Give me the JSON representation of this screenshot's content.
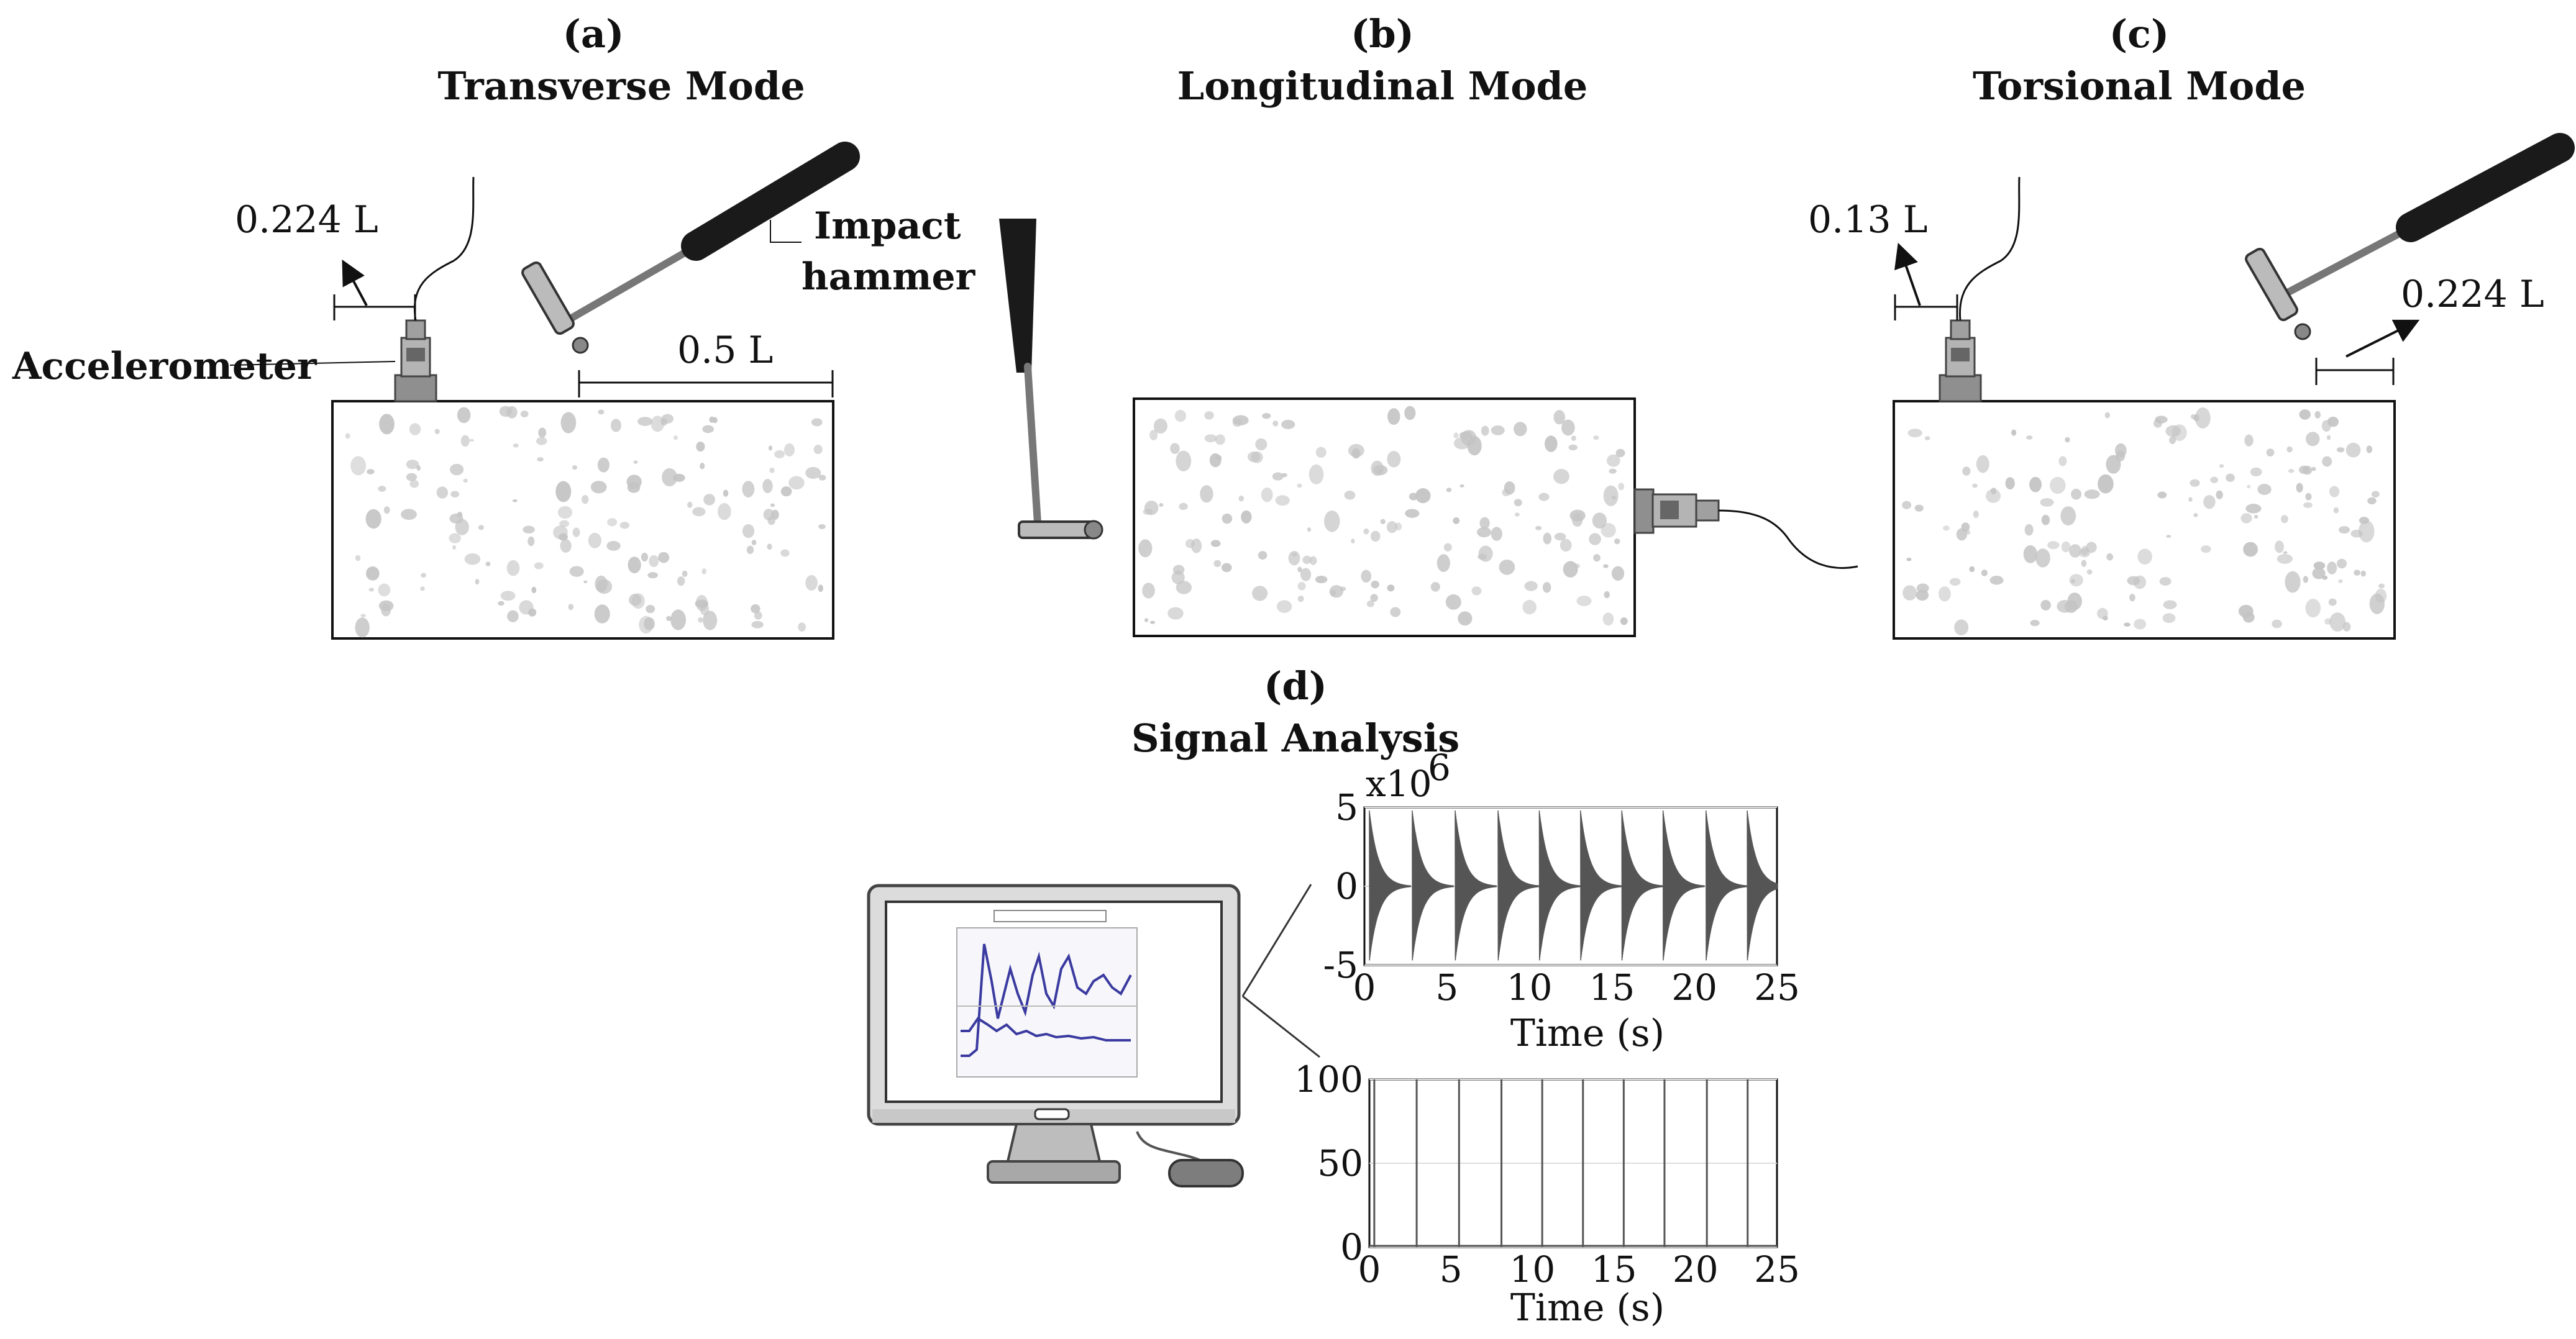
{
  "panels": {
    "a": {
      "letter": "(a)",
      "title": "Transverse Mode"
    },
    "b": {
      "letter": "(b)",
      "title": "Longitudinal Mode"
    },
    "c": {
      "letter": "(c)",
      "title": "Torsional Mode"
    },
    "d": {
      "letter": "(d)",
      "title": "Signal Analysis"
    }
  },
  "labels": {
    "accelerometer": "Accelerometer",
    "impact_line1": "Impact",
    "impact_line2": "hammer",
    "a_sensor_dist": "0.224 L",
    "a_hammer_dist": "0.5 L",
    "c_sensor_dist": "0.13 L",
    "c_hammer_dist": "0.224 L"
  },
  "colors": {
    "specimen_dots": "#c4c4c4",
    "hammer_handle": "#1a1a1a",
    "sensor_gray": "#a8a8a8",
    "monitor_frame": "#d9d9d9",
    "signal_fill": "#555555",
    "screen_curve": "#3a3aa0"
  },
  "chart_data": [
    {
      "type": "line",
      "exponent_label": "x10",
      "exponent_power": "6",
      "xlabel": "Time (s)",
      "xticks": [
        0,
        5,
        10,
        15,
        20,
        25
      ],
      "yticks": [
        5,
        0,
        -5
      ],
      "xlim": [
        0,
        25
      ],
      "ylim": [
        -5,
        5
      ],
      "impulse_times": [
        0.3,
        2.9,
        5.5,
        8.1,
        10.6,
        13.1,
        15.6,
        18.1,
        20.7,
        23.2
      ],
      "peak_amplitude": 4.8,
      "description_series": "decaying oscillation after each impact"
    },
    {
      "type": "line",
      "xlabel": "Time (s)",
      "xticks": [
        0,
        5,
        10,
        15,
        20,
        25
      ],
      "yticks": [
        100,
        50,
        0
      ],
      "xlim": [
        0,
        25
      ],
      "ylim": [
        0,
        100
      ],
      "impulse_times": [
        0.3,
        2.9,
        5.5,
        8.1,
        10.6,
        13.1,
        15.6,
        18.1,
        20.7,
        23.2
      ],
      "impulse_value": 100
    }
  ]
}
